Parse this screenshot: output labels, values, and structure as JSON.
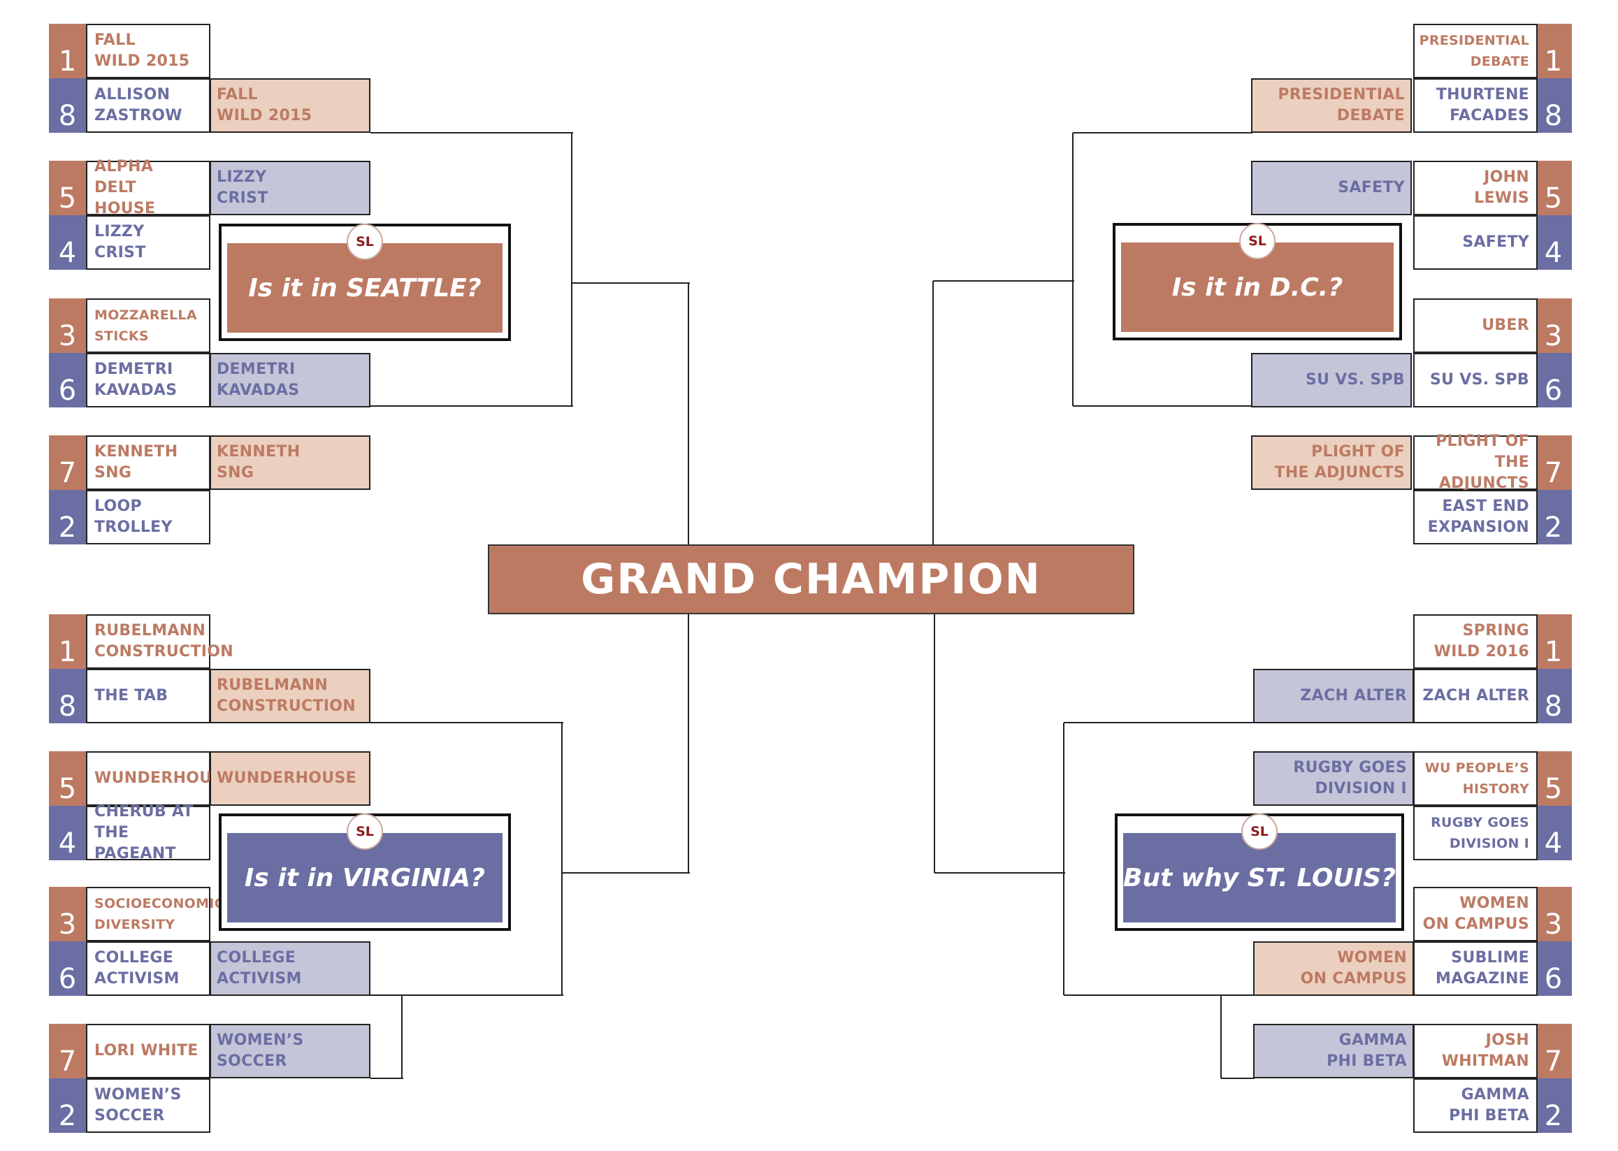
{
  "colors": {
    "orange": "#bd7a63",
    "purple": "#6b6ea2",
    "orange_fill": "#ecd0bf",
    "purple_fill": "#c4c5d8"
  },
  "grand_champion": "GRAND CHAMPION",
  "regions": [
    {
      "id": "tl",
      "side": "left",
      "title": "Is it in SEATTLE?",
      "title_color": "orange",
      "logo": "SL",
      "teams": [
        {
          "seed": "1",
          "name": "FALL\nWILD 2015"
        },
        {
          "seed": "8",
          "name": "ALLISON\nZASTROW"
        },
        {
          "seed": "5",
          "name": "ALPHA\nDELT HOUSE"
        },
        {
          "seed": "4",
          "name": "LIZZY\nCRIST"
        },
        {
          "seed": "3",
          "name": "MOZZARELLA\nSTICKS"
        },
        {
          "seed": "6",
          "name": "DEMETRI\nKAVADAS"
        },
        {
          "seed": "7",
          "name": "KENNETH\nSNG"
        },
        {
          "seed": "2",
          "name": "LOOP\nTROLLEY"
        }
      ],
      "winners": [
        {
          "name": "FALL\nWILD 2015",
          "color": "orange"
        },
        {
          "name": "LIZZY\nCRIST",
          "color": "purple"
        },
        {
          "name": "DEMETRI\nKAVADAS",
          "color": "purple"
        },
        {
          "name": "KENNETH\nSNG",
          "color": "orange"
        }
      ]
    },
    {
      "id": "tr",
      "side": "right",
      "title": "Is it in D.C.?",
      "title_color": "orange",
      "logo": "SL",
      "teams": [
        {
          "seed": "1",
          "name": "PRESIDENTIAL\nDEBATE"
        },
        {
          "seed": "8",
          "name": "THURTENE\nFACADES"
        },
        {
          "seed": "5",
          "name": "JOHN\nLEWIS"
        },
        {
          "seed": "4",
          "name": "SAFETY"
        },
        {
          "seed": "3",
          "name": "UBER"
        },
        {
          "seed": "6",
          "name": "SU VS. SPB"
        },
        {
          "seed": "7",
          "name": "PLIGHT OF\nTHE ADJUNCTS"
        },
        {
          "seed": "2",
          "name": "EAST END\nEXPANSION"
        }
      ],
      "winners": [
        {
          "name": "PRESIDENTIAL\nDEBATE",
          "color": "orange"
        },
        {
          "name": "SAFETY",
          "color": "purple"
        },
        {
          "name": "SU VS. SPB",
          "color": "purple"
        },
        {
          "name": "PLIGHT OF\nTHE ADJUNCTS",
          "color": "orange"
        }
      ]
    },
    {
      "id": "bl",
      "side": "left",
      "title": "Is it in VIRGINIA?",
      "title_color": "purple",
      "logo": "SL",
      "teams": [
        {
          "seed": "1",
          "name": "RUBELMANN\nCONSTRUCTION"
        },
        {
          "seed": "8",
          "name": "THE TAB"
        },
        {
          "seed": "5",
          "name": "WUNDERHOUSE"
        },
        {
          "seed": "4",
          "name": "CHERUB AT\nTHE PAGEANT"
        },
        {
          "seed": "3",
          "name": "SOCIOECONOMIC\nDIVERSITY"
        },
        {
          "seed": "6",
          "name": "COLLEGE\nACTIVISM"
        },
        {
          "seed": "7",
          "name": "LORI WHITE"
        },
        {
          "seed": "2",
          "name": "WOMEN’S\nSOCCER"
        }
      ],
      "winners": [
        {
          "name": "RUBELMANN\nCONSTRUCTION",
          "color": "orange"
        },
        {
          "name": "WUNDERHOUSE",
          "color": "orange"
        },
        {
          "name": "COLLEGE\nACTIVISM",
          "color": "purple"
        },
        {
          "name": "WOMEN’S\nSOCCER",
          "color": "purple"
        }
      ]
    },
    {
      "id": "br",
      "side": "right",
      "title": "But why ST. LOUIS?",
      "title_color": "purple",
      "logo": "SL",
      "teams": [
        {
          "seed": "1",
          "name": "SPRING\nWILD 2016"
        },
        {
          "seed": "8",
          "name": "ZACH ALTER"
        },
        {
          "seed": "5",
          "name": "WU PEOPLE’S\nHISTORY"
        },
        {
          "seed": "4",
          "name": "RUGBY GOES\nDIVISION I"
        },
        {
          "seed": "3",
          "name": "WOMEN\nON CAMPUS"
        },
        {
          "seed": "6",
          "name": "SUBLIME\nMAGAZINE"
        },
        {
          "seed": "7",
          "name": "JOSH\nWHITMAN"
        },
        {
          "seed": "2",
          "name": "GAMMA\nPHI BETA"
        }
      ],
      "winners": [
        {
          "name": "ZACH ALTER",
          "color": "purple"
        },
        {
          "name": "RUGBY GOES\nDIVISION I",
          "color": "purple"
        },
        {
          "name": "WOMEN\nON CAMPUS",
          "color": "orange"
        },
        {
          "name": "GAMMA\nPHI BETA",
          "color": "purple"
        }
      ]
    }
  ]
}
